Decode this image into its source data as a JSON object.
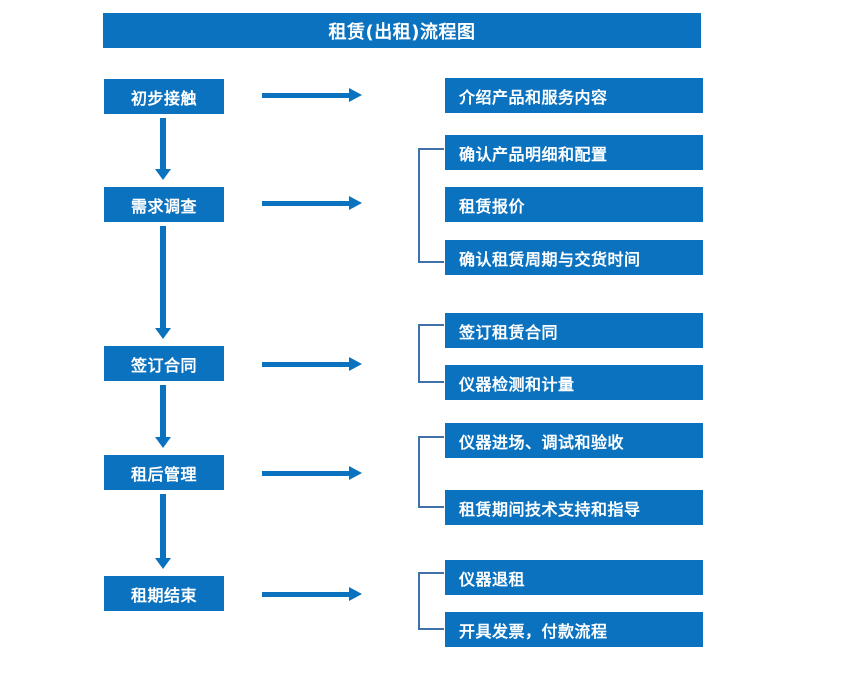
{
  "title": "租赁(出租)流程图",
  "colors": {
    "box_blue": "#0B72BF",
    "bracket_blue": "#3E72A8",
    "text_white": "#FFFFFF",
    "background": "#FFFFFF"
  },
  "stages": [
    {
      "label": "初步接触"
    },
    {
      "label": "需求调查"
    },
    {
      "label": "签订合同"
    },
    {
      "label": "租后管理"
    },
    {
      "label": "租期结束"
    }
  ],
  "details": [
    {
      "label": "介绍产品和服务内容"
    },
    {
      "label": "确认产品明细和配置"
    },
    {
      "label": "租赁报价"
    },
    {
      "label": "确认租赁周期与交货时间"
    },
    {
      "label": "签订租赁合同"
    },
    {
      "label": "仪器检测和计量"
    },
    {
      "label": "仪器进场、调试和验收"
    },
    {
      "label": "租赁期间技术支持和指导"
    },
    {
      "label": "仪器退租"
    },
    {
      "label": "开具发票，付款流程"
    }
  ]
}
